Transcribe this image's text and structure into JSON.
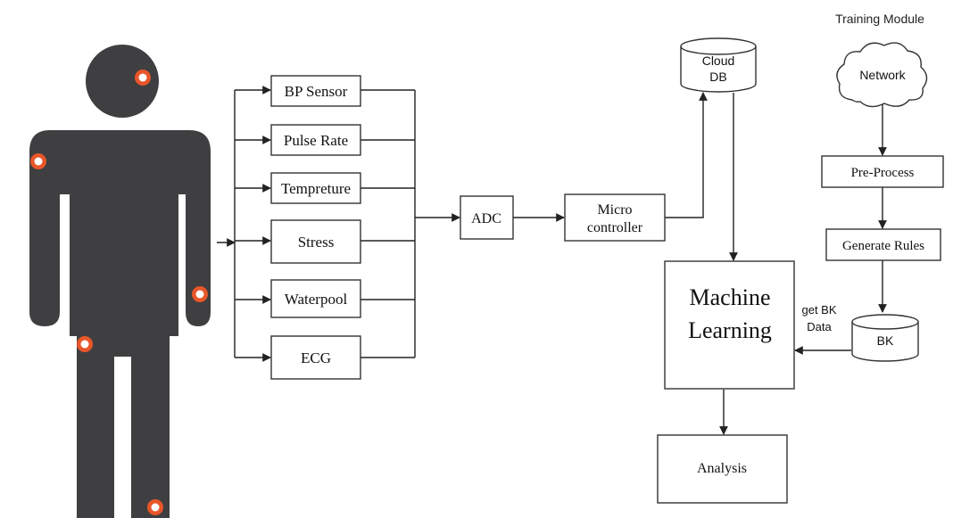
{
  "header": {
    "training_module": "Training Module"
  },
  "sensors": {
    "bp": "BP Sensor",
    "pulse": "Pulse Rate",
    "temp": "Tempreture",
    "stress": "Stress",
    "waterpool": "Waterpool",
    "ecg": "ECG"
  },
  "pipeline": {
    "adc": "ADC",
    "micro_line1": "Micro",
    "micro_line2": "controller",
    "cloud_line1": "Cloud",
    "cloud_line2": "DB",
    "ml_line1": "Machine",
    "ml_line2": "Learning",
    "analysis": "Analysis"
  },
  "training": {
    "network": "Network",
    "preprocess": "Pre-Process",
    "rules": "Generate Rules",
    "bk": "BK",
    "getbk_line1": "get BK",
    "getbk_line2": "Data"
  },
  "colors": {
    "figure": "#3f3f41",
    "sensor_marker": "#e8562a",
    "box_stroke": "#333333",
    "line": "#222222"
  }
}
